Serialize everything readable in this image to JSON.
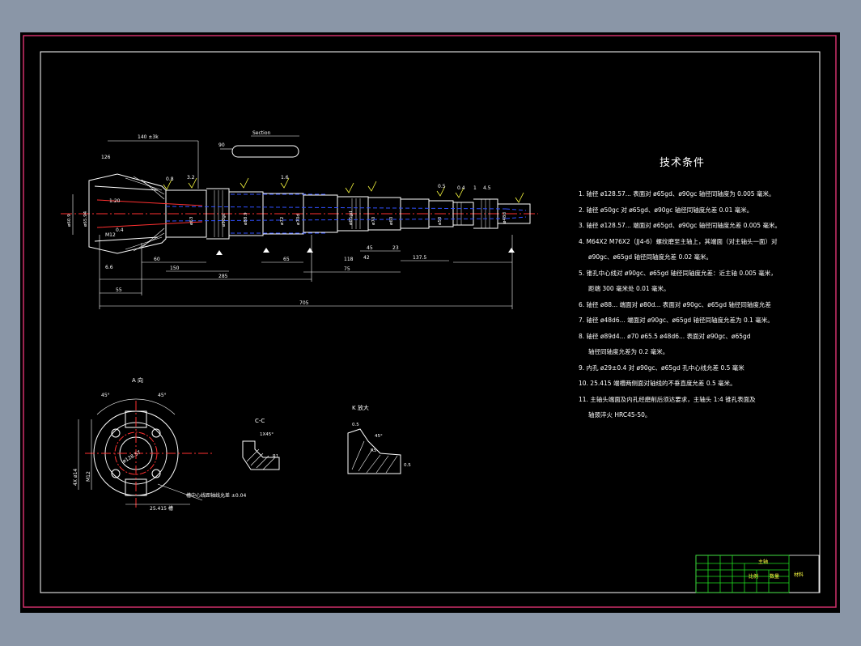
{
  "colors": {
    "background": "#8a96a7",
    "sheet": "#000000",
    "outer_frame": "#d0306a",
    "inner_frame": "#ffffff",
    "outline": "#ffffff",
    "centerline": "#ff3030",
    "hidden": "#3050ff",
    "dimension": "#ffffff",
    "roughness": "#ffff40",
    "title_block": "#20e020"
  },
  "technical_requirements": {
    "title": "技术条件",
    "items": [
      "1. 轴径 ø128.57... 表面对 ø65gd、ø90gc 轴径同轴度为 0.005 毫米。",
      "2. 轴径 ø50gc 对 ø65gd、ø90gc 轴径同轴度允差 0.01 毫米。",
      "3. 轴径 ø128.57... 端面对 ø65gd、ø90gc 轴径同轴度允差 0.005 毫米。",
      "4. M64X2  M76X2（JJ4-6）螺纹磨至主轴上，其端面（对主轴头一面）对",
      "ø90gc、ø65gd 轴径同轴度允差 0.02 毫米。",
      "5. 锥孔中心线对 ø90gc、ø65gd 轴径同轴度允差：近主轴 0.005 毫米，",
      "距端 300 毫米处 0.01 毫米。",
      "6. 轴径 ø88... 端面对 ø80d... 表面对 ø90gc、ø65gd 轴径同轴度允差",
      "7. 轴径 ø48d6... 端面对 ø90gc、ø65gd 轴径同轴度允差为 0.1 毫米。",
      "8. 轴径 ø89d4... ø70  ø65.5 ø48d6... 表面对 ø90gc、ø65gd",
      "轴径同轴度允差为 0.2 毫米。",
      "9. 内孔 ø29±0.4 对 ø90gc、ø65gd 孔中心线允差 0.5 毫米",
      "10. 25.415 端槽两侧面对轴线的不垂直度允差 0.5 毫米。",
      "11. 主轴头端面及内孔经磨削后须达要求，主轴头 1:4 锥孔表面及",
      "轴颈淬火 HRC45-50。"
    ]
  },
  "main_view": {
    "labels": [
      "140 ±3k",
      "Section",
      "90",
      "126",
      "1:20",
      "M12",
      "0.4",
      "6.6",
      "55",
      "60",
      "150",
      "285",
      "705",
      "65",
      "45",
      "75",
      "42",
      "23",
      "137.5",
      "118",
      "4.5",
      "1",
      "0.8",
      "3.2",
      "1.6",
      "0.5",
      "0.4"
    ],
    "diameters": [
      "ø60.9",
      "ø65.94",
      "ø63",
      "ø90gc",
      "ø88.9",
      "ø72",
      "ø70d",
      "ø65gd",
      "ø70",
      "ø60",
      "ø50",
      "ø48d"
    ]
  },
  "views": {
    "a_view_title": "A 向",
    "section_cc_title": "C-C",
    "k_detail_title": "K 放大",
    "a_view_labels": [
      "45°",
      "45°",
      "ø128.57",
      "4X ø14",
      "25.415 槽",
      "M12",
      "槽中心线距轴线允差 ±0.04"
    ],
    "cc_labels": [
      "1X45°",
      "R1"
    ],
    "k_labels": [
      "0.5",
      "45°",
      "R5",
      "0.5"
    ]
  },
  "title_block": {
    "text": [
      "主轴",
      "比例",
      "数量",
      "材料"
    ]
  }
}
